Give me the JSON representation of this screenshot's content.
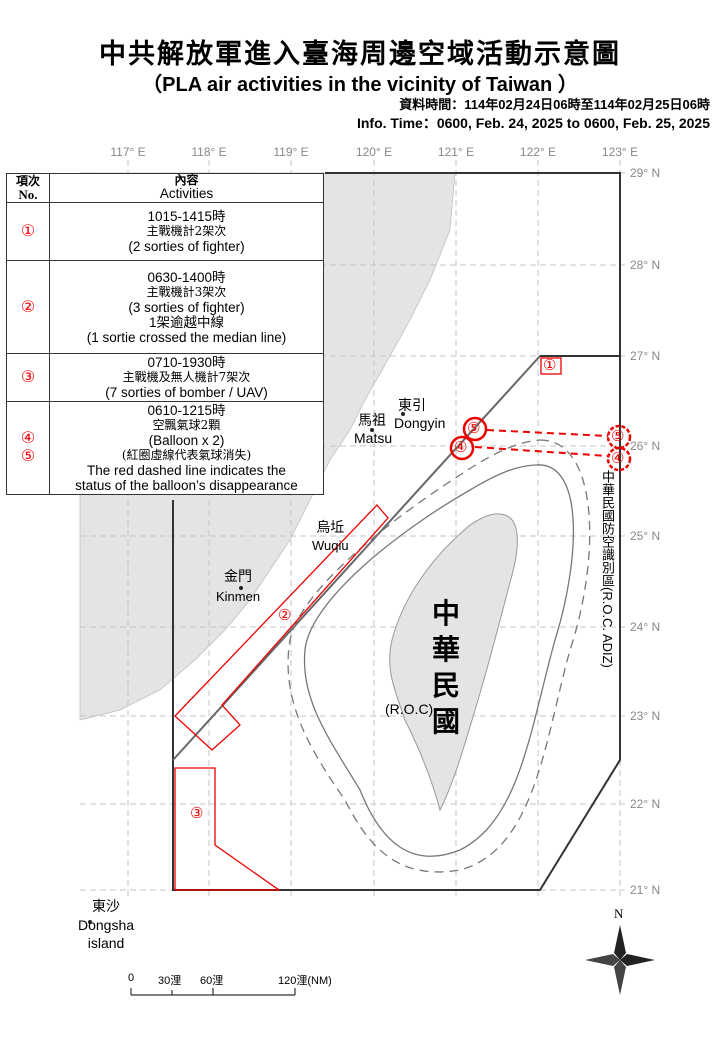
{
  "header": {
    "title": "中共解放軍進入臺海周邊空域活動示意圖",
    "subtitle": "（PLA air activities in the vicinity of Taiwan ）",
    "info_zh": "資料時間：114年02月24日06時至114年02月25日06時",
    "info_en": "Info. Time：0600, Feb. 24, 2025 to 0600, Feb. 25, 2025"
  },
  "axes": {
    "longitudes": [
      "117° E",
      "118° E",
      "119° E",
      "120° E",
      "121° E",
      "122° E",
      "123° E"
    ],
    "latitudes": [
      "29° N",
      "28° N",
      "27° N",
      "26° N",
      "25° N",
      "24° N",
      "23° N",
      "22° N",
      "21° N"
    ]
  },
  "legend": {
    "header_no_zh": "項次",
    "header_no_en": "No.",
    "header_act_zh": "內容",
    "header_act_en": "Activities",
    "rows": [
      {
        "no": "①",
        "lines": [
          "1015-1415時",
          "主戰機計2架次",
          "(2 sorties of fighter)"
        ]
      },
      {
        "no": "②",
        "lines": [
          "0630-1400時",
          "主戰機計3架次",
          "(3 sorties of fighter)",
          "1架逾越中線",
          "(1 sortie crossed the median line)"
        ]
      },
      {
        "no": "③",
        "lines": [
          "0710-1930時",
          "主戰機及無人機計7架次",
          "(7 sorties of bomber / UAV)"
        ]
      },
      {
        "no": "④\n⑤",
        "lines": [
          "0610-1215時",
          "空飄氣球2顆",
          "(Balloon x 2)",
          "(紅圈虛線代表氣球消失)",
          "The red dashed line indicates the",
          "status of the balloon’s disappearance"
        ]
      }
    ]
  },
  "places": {
    "dongyin_zh": "東引",
    "dongyin_en": "Dongyin",
    "matsu_zh": "馬祖",
    "matsu_en": "Matsu",
    "wuqiu_zh": "烏坵",
    "wuqiu_en": "Wuqiu",
    "kinmen_zh": "金門",
    "kinmen_en": "Kinmen",
    "dongsha_zh": "東沙",
    "dongsha_en1": "Dongsha",
    "dongsha_en2": "island",
    "roc_zh": "中華民國",
    "roc_en": "(R.O.C)",
    "adiz": "中華民國防空識別區(R.O.C. ADIZ)"
  },
  "markers": {
    "m1": "①",
    "m2": "②",
    "m3": "③",
    "m4": "④",
    "m5": "⑤"
  },
  "scale": {
    "s0": "0",
    "s30": "30浬",
    "s60": "60浬",
    "s120": "120浬(NM)"
  },
  "compass": {
    "north": "N"
  },
  "colors": {
    "activity": "#e00000",
    "land": "#e4e4e4",
    "grid": "#bbbbbb"
  }
}
